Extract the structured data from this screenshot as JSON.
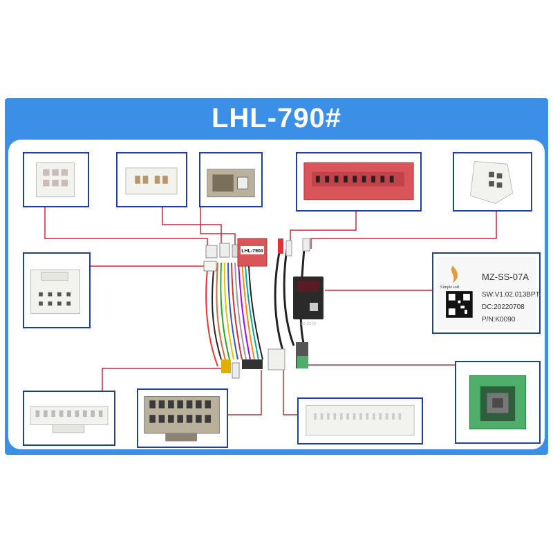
{
  "title": "LHL-790#",
  "harness_label": "LHL-790#",
  "module_text": "MZ-SS-05",
  "module": {
    "model": "MZ-SS-07A",
    "brand": "Simple soft",
    "sw": "SW:V1.02.013BPT",
    "dc": "DC:20220708",
    "pn": "P/N:K0090"
  },
  "colors": {
    "frame_blue": "#3b8fe6",
    "box_border": "#1f3f9e",
    "wire_red": "#c8283c",
    "connector_white": "#f2f2ee",
    "connector_red": "#d9555a",
    "connector_green": "#4faf6a",
    "connector_gray": "#b9b19c"
  }
}
